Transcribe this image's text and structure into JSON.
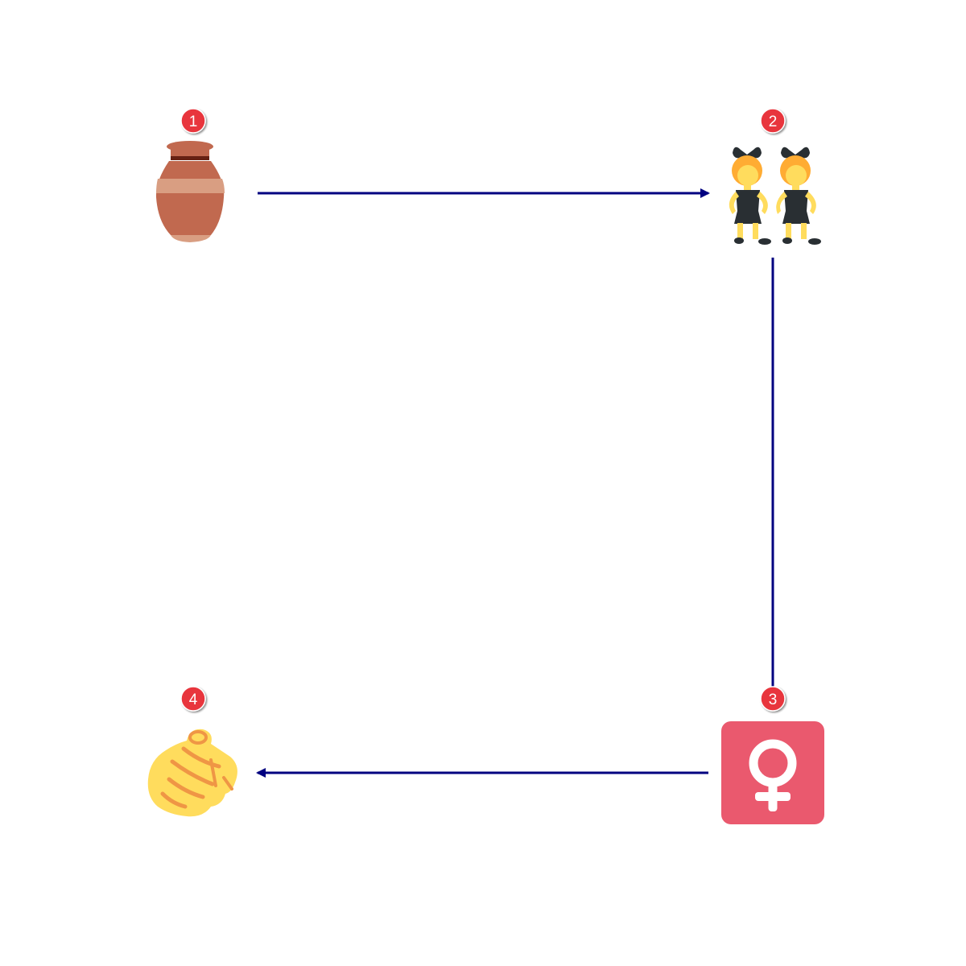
{
  "diagram": {
    "steps": [
      {
        "number": "1",
        "icon": "amphora-icon"
      },
      {
        "number": "2",
        "icon": "people-with-bunny-ears-icon"
      },
      {
        "number": "3",
        "icon": "female-sign-icon"
      },
      {
        "number": "4",
        "icon": "pointing-hand-icon"
      }
    ],
    "connectors": [
      {
        "from": "1",
        "to": "2"
      },
      {
        "from": "2",
        "to": "3"
      },
      {
        "from": "3",
        "to": "4"
      }
    ],
    "colors": {
      "connector": "#000080",
      "badge": "#e8363c",
      "badge_text": "#ffffff",
      "amphora": "#c1694f",
      "amphora_band": "#d99e82",
      "skin": "#ffdc5d",
      "hair": "#ffac33",
      "outfit": "#292f33",
      "female_sign_bg": "#ea596e",
      "hand_line": "#ef9645"
    }
  }
}
